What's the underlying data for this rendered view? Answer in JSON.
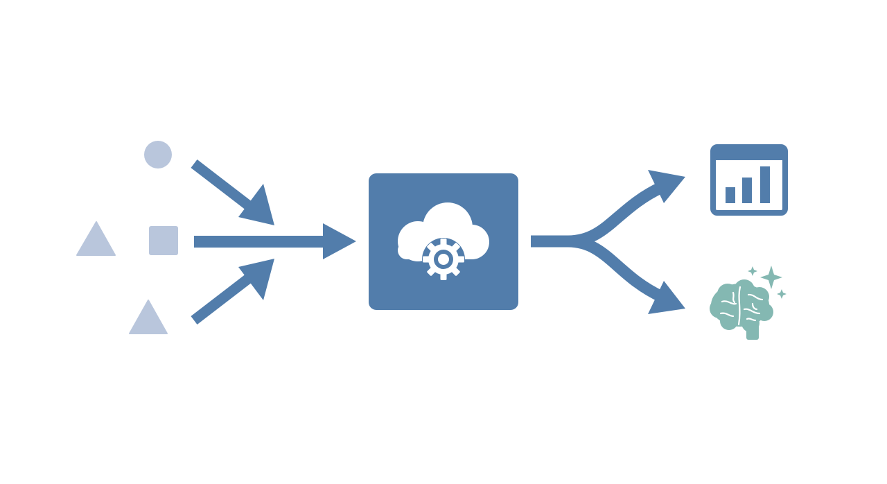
{
  "colors": {
    "background": "#ffffff",
    "primary": "#527dab",
    "source_shapes": "#b9c6dc",
    "ai_accent": "#84b8b2",
    "icon_foreground": "#ffffff"
  },
  "diagram": {
    "sources": {
      "items": [
        {
          "shape": "circle",
          "icon": "circle-shape-icon"
        },
        {
          "shape": "square",
          "icon": "square-shape-icon"
        },
        {
          "shape": "triangle",
          "icon": "triangle-shape-icon"
        },
        {
          "shape": "triangle",
          "icon": "triangle-shape-icon"
        }
      ]
    },
    "inbound_arrows": 3,
    "processor": {
      "icon": "cloud-gear-icon"
    },
    "outputs": [
      {
        "icon": "bar-chart-dashboard-icon"
      },
      {
        "icon": "ai-brain-sparkle-icon"
      }
    ]
  }
}
